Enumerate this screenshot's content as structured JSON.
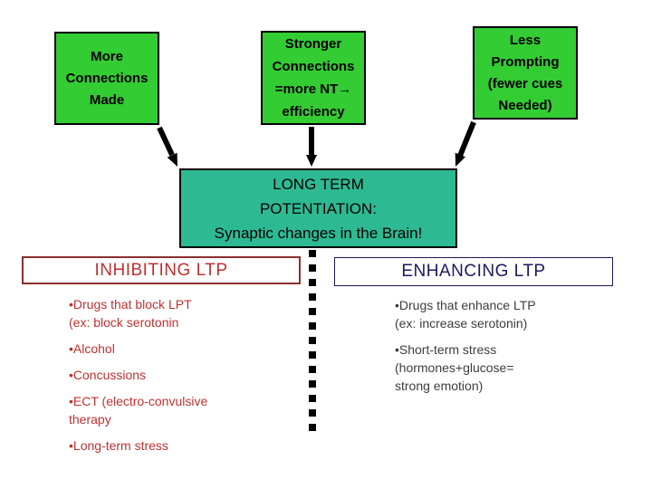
{
  "slide": {
    "kind": "presentation-slide",
    "background": "#ffffff"
  },
  "diagram": {
    "top_boxes": [
      {
        "id": "more-connections",
        "text": "More\nConnections\nMade"
      },
      {
        "id": "stronger-connections",
        "text": "Stronger\nConnections\n=more NT→\nefficiency"
      },
      {
        "id": "less-prompting",
        "text": "Less\nPrompting\n(fewer cues\nNeeded)"
      }
    ],
    "center_box": {
      "text": "LONG TERM\nPOTENTIATION:\nSynaptic changes in the Brain!"
    },
    "arrow_icons": [
      "down-right-arrow",
      "down-arrow",
      "down-left-arrow"
    ]
  },
  "columns": {
    "inhibiting": {
      "header": "INHIBITING LTP",
      "items": [
        "•Drugs that block LPT\n(ex: block serotonin",
        "•Alcohol",
        "•Concussions",
        "•ECT (electro-convulsive\ntherapy",
        "•Long-term stress"
      ]
    },
    "enhancing": {
      "header": "ENHANCING LTP",
      "items": [
        "•Drugs that enhance LTP\n(ex: increase serotonin)",
        "•Short-term stress\n(hormones+glucose=\nstrong emotion)"
      ]
    }
  },
  "colors": {
    "box_green": "#33cc33",
    "center_teal": "#2dba92",
    "inhibit_red": "#c03030",
    "inhibit_border_red": "#8b2f2f",
    "enhance_navy": "#191963",
    "body_gray": "#3d3d3d",
    "arrow_black": "#000000"
  }
}
